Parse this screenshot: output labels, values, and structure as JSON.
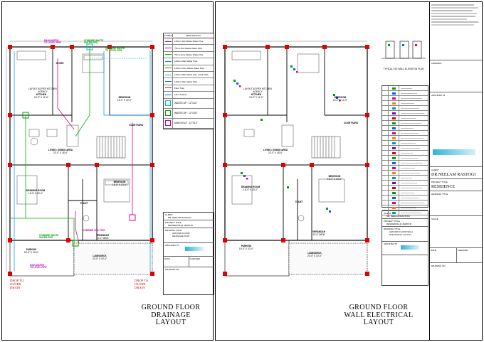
{
  "left_sheet": {
    "title_line1": "GROUND FLOOR",
    "title_line2": "DRAINAGE LAYOUT",
    "legend": {
      "col_symbol": "SYMBOL",
      "col_description": "DESCRIPTION",
      "items": [
        {
          "desc": "110mm Soil Waste Water Pipe",
          "color": "#e0007f"
        },
        {
          "desc": "75mm Soil Waste Water Pipe",
          "color": "#e0007f"
        },
        {
          "desc": "75mm Grey Waste Water Pipe",
          "color": "#00b000"
        },
        {
          "desc": "110mm Rain Water Pipe",
          "color": "#0090ff"
        },
        {
          "desc": "110mm Grey Waste Water Pipe",
          "color": "#00b000"
        },
        {
          "desc": "110mm Rain Water Pipe Inside Slab",
          "color": "#00b0b0"
        },
        {
          "desc": "110mm Rain Water Pipe",
          "color": "#0060ff"
        },
        {
          "desc": "Floor Trap",
          "color": "#e0007f"
        },
        {
          "desc": "Floor Drainer",
          "color": "#0060ff"
        }
      ],
      "chambers": [
        {
          "label": "WASTE AP : 12\"X12\"",
          "color": "#00c0c0"
        },
        {
          "label": "WASTE AP : 12\"X18\"",
          "color": "#00a000"
        },
        {
          "label": "MAN HOLE : 12\"X12\"",
          "color": "#e0007f"
        }
      ]
    },
    "title_block": {
      "client_label": "CLIENT",
      "client": "DR. NEELAM RASTOGI",
      "project_label": "PROJECT TITLE",
      "project": "RESIDENCE @ JEWPUR",
      "drawing_label": "DRAWING TITLE",
      "drawing": "GROUND FLOOR DRAINAGE PLAN",
      "architects_label": "ARCHITECTS",
      "date_label": "DATE",
      "checked_label": "CHECKED",
      "drawing_no_label": "DRAWING NO"
    },
    "notes": {
      "rain_water_top": "RAIN WATER\nTO LEVEL PIPE",
      "combine_waste_top": "COMBINE WASTE\nWATER PIPE",
      "combine_waste_top2": "COMBINE WASTE\nTO LEVEL PIPE",
      "combine_soil": "COMBINE SOIL PIPE",
      "combine_waste_left": "COMBINE WASTE\nWATER PIPE",
      "rain_water_bottom": "RAIN WATER\nTO LEVEL PIPE",
      "drop_left": "DROP TO\nOUTER\nDRAIN",
      "drop_right": "DROP TO\nOUTER\nDRAIN"
    },
    "rooms": [
      {
        "name": "KITCHEN",
        "size": "10'-0\" X 11'-6\""
      },
      {
        "name": "LAYOUT AS PER KITCHEN AGENCY",
        "size": ""
      },
      {
        "name": "STORE",
        "size": ""
      },
      {
        "name": "BEDROOM",
        "size": "15'-0\" X 14'-0\""
      },
      {
        "name": "COURTYARD",
        "size": ""
      },
      {
        "name": "LIVING / DINING AREA",
        "size": "23'-0\" X 18'-6\""
      },
      {
        "name": "DRAWING ROOM",
        "size": "18'-0\" X 15'-0\""
      },
      {
        "name": "BEDROOM",
        "size": "15'-0\" X 13'-6\""
      },
      {
        "name": "TOILET",
        "size": ""
      },
      {
        "name": "VERANDAH",
        "size": "10'-0\" WIDE"
      },
      {
        "name": "PARKING",
        "size": "18'-0\" X 20'-0\""
      },
      {
        "name": "LAWN/DECK",
        "size": "20'-0\" X 10'-0\""
      }
    ]
  },
  "right_sheet": {
    "title_line1": "GROUND FLOOR",
    "title_line2": "WALL ELECTRICAL LAYOUT",
    "detail_caption": "TYPICAL ELE WALL ELEVATION PLAN",
    "title_block": {
      "client_label": "CLIENT",
      "client": "DR. NEELAM RASTOGI",
      "project_label": "PROJECT TITLE",
      "project": "RESIDENCE @ JEWPUR",
      "drawing_label": "DRAWING TITLE",
      "drawing": "GROUND FLOOR WALL ELECTRICAL LAYOUT",
      "architects_label": "ARCHITECTS"
    },
    "rooms": [
      {
        "name": "KITCHEN",
        "size": "10'-0\" X 11'-6\""
      },
      {
        "name": "LAYOUT AS PER KITCHEN AGENCY",
        "size": ""
      },
      {
        "name": "BEDROOM",
        "size": "15'-0\" X 14'-0\""
      },
      {
        "name": "COURTYARD",
        "size": ""
      },
      {
        "name": "LIVING / DINING AREA",
        "size": "23'-0\" X 18'-6\""
      },
      {
        "name": "DRAWING ROOM",
        "size": "18'-0\" X 15'-0\""
      },
      {
        "name": "BEDROOM",
        "size": "15'-0\" X 13'-6\""
      },
      {
        "name": "TOILET",
        "size": ""
      },
      {
        "name": "VERANDAH",
        "size": "10'-0\" WIDE"
      },
      {
        "name": "PARKING",
        "size": "18'-0\" X 20'-0\""
      },
      {
        "name": "LAWN/DECK",
        "size": "20'-0\" X 10'-0\""
      }
    ]
  },
  "side_panel": {
    "client_label": "CLIENT",
    "client": "DR.NEELAM RASTOGI",
    "project_label": "PROJECT TITLE",
    "project": "RESIDENCE",
    "drawing_label": "DRAWING TITLE",
    "scale_label": "SCALE",
    "legend_header": "LEGENDS",
    "architects_label": "ARCHITECTS",
    "date_label": "DATE",
    "checked_label": "CHECKED",
    "drawing_no_label": "DRAWING NO"
  }
}
